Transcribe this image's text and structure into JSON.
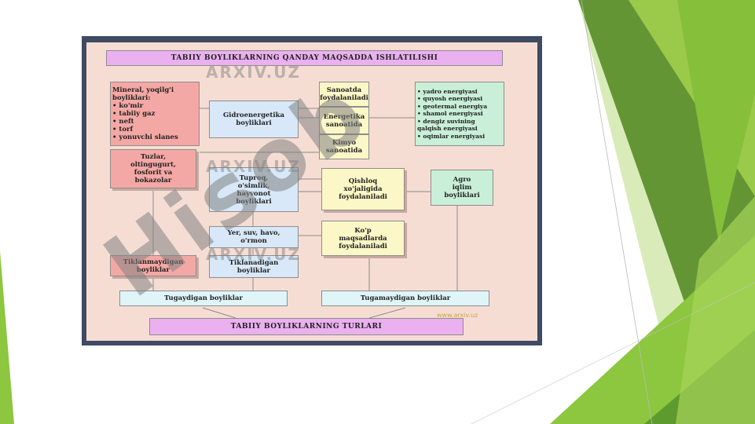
{
  "diagram": {
    "title_top": "TABIIY BOYLIKLARNING QANDAY MAQSADDA ISHLATILISHI",
    "title_bottom": "TABIIY BOYLIKLARNING TURLARI",
    "mineral": "Mineral, yoqilg'i\nboyliklari:\n• ko'mir\n• tabiiy gaz\n• neft\n• torf\n• yonuvchi slanes",
    "tuzlar": "Tuzlar,\noltingugurt,\nfosforit va\nbokazolar",
    "gidro": "Gidroenergetika\nboyliklari",
    "tuproq": "Tuproq,\no'simlik,\nhayvonot\nboyliklari",
    "yer": "Yer, suv, havo,\no'rmon",
    "tiklanmaydigan": "Tiklanmaydigan\nboyliklar",
    "tiklanadigan": "Tiklanadigan\nboyliklar",
    "tugaydigan": "Tugaydigan boyliklar",
    "tugamaydigan": "Tugamaydigan boyliklar",
    "sanoatda": "Sanoatda\nfoydalaniladi",
    "energetika": "Energetika\nsanoatida",
    "kimyo": "Kimyo\nsanoatida",
    "qishloq": "Qishloq\nxo'jaligida\nfoydalaniladi",
    "kop": "Ko'p\nmaqsadlarda\nfoydalaniladi",
    "energy_list": "• yadro energiyasi\n• quyosh energiyasi\n• geotermal energiya\n• shamol energiyasi\n• dengiz suvining\n  qalqish energiyasi\n• oqimlar energiyasi",
    "agro": "Agro\niqlim\nboyliklari"
  },
  "watermarks": {
    "arxiv": "ARXIV.UZ",
    "website": "www.arxiv.uz",
    "hisob": "Hisob"
  },
  "colors": {
    "panel": "#f6ddd4",
    "pink": "#f4a8a5",
    "blue": "#d8e8f8",
    "yellow": "#fbf7c6",
    "green": "#c9efd8",
    "title": "#eab0ef",
    "accent_green": "#8bc34a"
  }
}
